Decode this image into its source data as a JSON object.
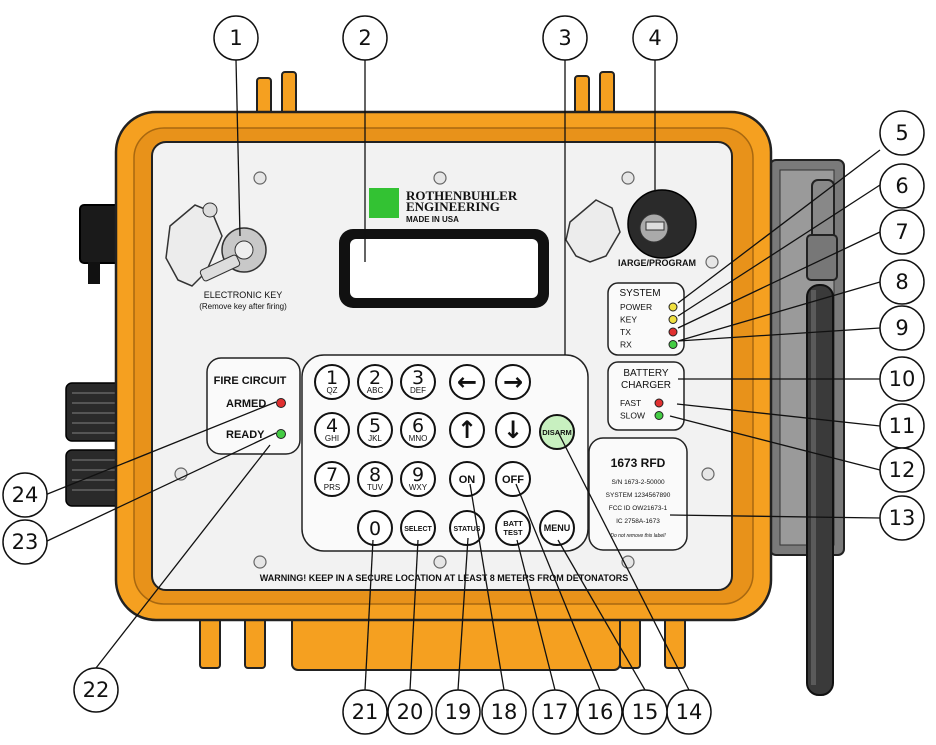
{
  "callouts": [
    "1",
    "2",
    "3",
    "4",
    "5",
    "6",
    "7",
    "8",
    "9",
    "10",
    "11",
    "12",
    "13",
    "14",
    "15",
    "16",
    "17",
    "18",
    "19",
    "20",
    "21",
    "22",
    "23",
    "24"
  ],
  "brand": {
    "name_line1": "ROTHENBUHLER",
    "name_line2": "ENGINEERING",
    "made_in": "MADE IN USA",
    "logo_color": "#33c233"
  },
  "electronic_key": {
    "label": "ELECTRONIC KEY",
    "note": "(Remove key after firing)"
  },
  "charge_program": {
    "label": "IARGE/PROGRAM"
  },
  "system_panel": {
    "title": "SYSTEM",
    "items": [
      {
        "label": "POWER",
        "led_color": "#f0e040"
      },
      {
        "label": "KEY",
        "led_color": "#f0e040"
      },
      {
        "label": "TX",
        "led_color": "#e03030"
      },
      {
        "label": "RX",
        "led_color": "#44cc44"
      }
    ]
  },
  "battery_panel": {
    "title_line1": "BATTERY",
    "title_line2": "CHARGER",
    "items": [
      {
        "label": "FAST",
        "led_color": "#e03030"
      },
      {
        "label": "SLOW",
        "led_color": "#44cc44"
      }
    ]
  },
  "fire_circuit": {
    "title": "FIRE CIRCUIT",
    "armed": "ARMED",
    "armed_led": "#e03030",
    "ready": "READY",
    "ready_led": "#44cc44"
  },
  "keypad": {
    "digits": [
      {
        "num": "1",
        "sub": "QZ"
      },
      {
        "num": "2",
        "sub": "ABC"
      },
      {
        "num": "3",
        "sub": "DEF"
      },
      {
        "num": "4",
        "sub": "GHI"
      },
      {
        "num": "5",
        "sub": "JKL"
      },
      {
        "num": "6",
        "sub": "MNO"
      },
      {
        "num": "7",
        "sub": "PRS"
      },
      {
        "num": "8",
        "sub": "TUV"
      },
      {
        "num": "9",
        "sub": "WXY"
      },
      {
        "num": "0",
        "sub": ""
      }
    ],
    "arrows": [
      "←",
      "→",
      "↑",
      "↓"
    ],
    "disarm": "DISARM",
    "on": "ON",
    "off": "OFF",
    "select": "SELECT",
    "status": "STATUS",
    "batt_line1": "BATT",
    "batt_line2": "TEST",
    "menu": "MENU"
  },
  "info_label": {
    "title": "1673 RFD",
    "sn": "S/N   1673-2-50000",
    "system": "SYSTEM  1234567890",
    "fcc": "FCC ID  OW21673-1",
    "ic": "IC  2758A-1673",
    "note": "Do not remove this label!"
  },
  "warning": "WARNING! KEEP IN A SECURE LOCATION AT LEAST 8 METERS FROM DETONATORS",
  "colors": {
    "case": "#f5a020",
    "case_dark": "#c87810",
    "panel": "#f2f2f2",
    "disarm": "#c8f0c0"
  }
}
